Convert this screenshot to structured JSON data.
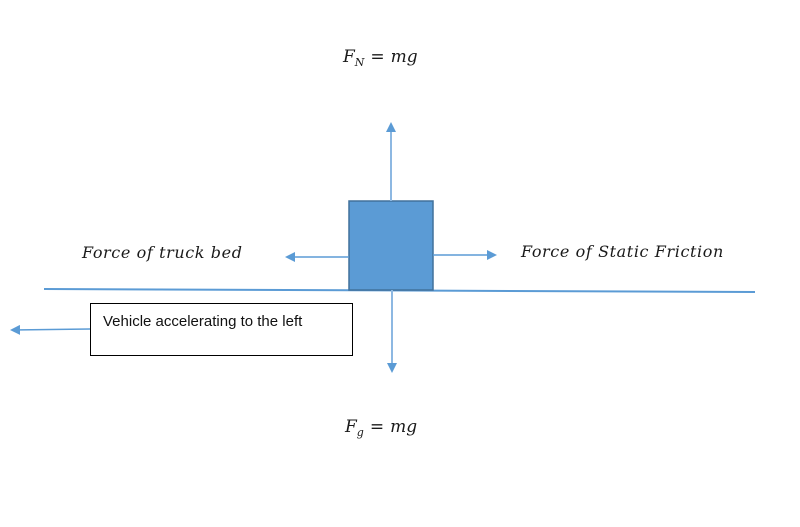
{
  "diagram": {
    "type": "free-body diagram",
    "colors": {
      "arrow": "#5b9bd5",
      "block_fill": "#5b9bd5",
      "block_border": "#41719c",
      "ground": "#5b9bd5",
      "text": "#1a1a1a"
    },
    "forces": {
      "normal": {
        "symbol": "F",
        "subscript": "N",
        "equals": "=",
        "rhs": "mg",
        "direction": "up"
      },
      "gravity": {
        "symbol": "F",
        "subscript": "g",
        "equals": "=",
        "rhs": "mg",
        "direction": "down"
      },
      "truck_bed": {
        "label": "Force of truck bed",
        "direction": "left"
      },
      "static_friction": {
        "label": "Force of Static Friction",
        "direction": "right"
      }
    },
    "callout": {
      "text": "Vehicle accelerating to the left",
      "arrow_direction": "left"
    }
  }
}
